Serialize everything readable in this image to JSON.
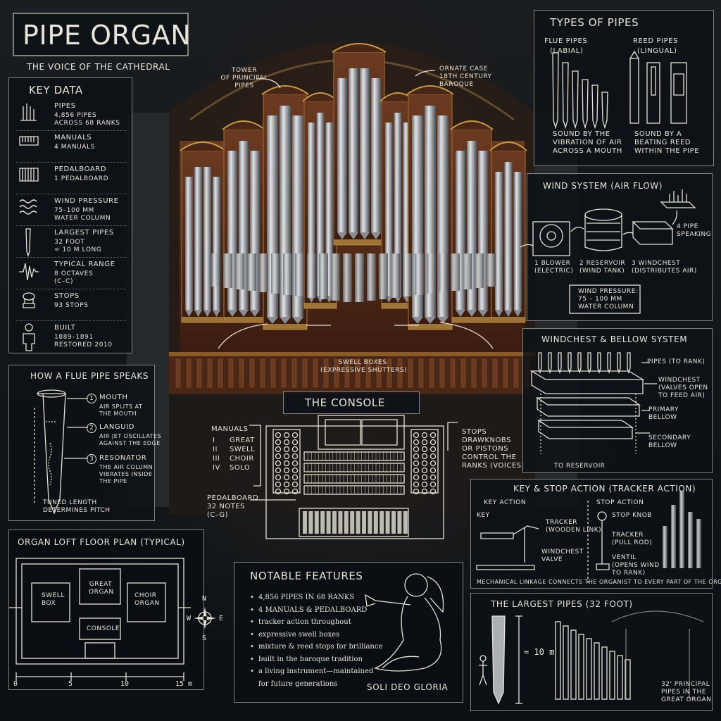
{
  "title": "PIPE ORGAN",
  "subtitle": "THE VOICE OF THE CATHEDRAL",
  "key_data": {
    "heading": "KEY DATA",
    "items": [
      {
        "icon": "pipes-icon",
        "label": "PIPES",
        "lines": [
          "4,856 PIPES",
          "ACROSS 68 RANKS"
        ]
      },
      {
        "icon": "manuals-icon",
        "label": "MANUALS",
        "lines": [
          "4 MANUALS"
        ]
      },
      {
        "icon": "pedalboard-icon",
        "label": "PEDALBOARD",
        "lines": [
          "1 PEDALBOARD"
        ]
      },
      {
        "icon": "wind-icon",
        "label": "WIND PRESSURE",
        "lines": [
          "75–100 MM",
          "WATER COLUMN"
        ]
      },
      {
        "icon": "largest-pipe-icon",
        "label": "LARGEST PIPES",
        "lines": [
          "32 FOOT",
          "≈ 10 M LONG"
        ]
      },
      {
        "icon": "waveform-icon",
        "label": "TYPICAL RANGE",
        "lines": [
          "8 OCTAVES",
          "(C–C)"
        ]
      },
      {
        "icon": "stop-knob-icon",
        "label": "STOPS",
        "lines": [
          "93 STOPS"
        ]
      },
      {
        "icon": "person-icon",
        "label": "BUILT",
        "lines": [
          "1889–1891",
          "RESTORED 2010"
        ]
      }
    ]
  },
  "flue_pipe": {
    "heading": "HOW A FLUE PIPE SPEAKS",
    "parts": [
      {
        "num": "1",
        "name": "MOUTH",
        "desc": [
          "AIR SPLITS AT",
          "THE MOUTH"
        ]
      },
      {
        "num": "2",
        "name": "LANGUID",
        "desc": [
          "AIR JET OSCILLATES",
          "AGAINST THE EDGE"
        ]
      },
      {
        "num": "3",
        "name": "RESONATOR",
        "desc": [
          "THE AIR COLUMN",
          "VIBRATES INSIDE",
          "THE PIPE"
        ]
      }
    ],
    "note": [
      "TUNED LENGTH",
      "DETERMINES PITCH"
    ]
  },
  "floor_plan": {
    "heading": "ORGAN LOFT FLOOR PLAN (TYPICAL)",
    "rooms": {
      "great": [
        "GREAT",
        "ORGAN"
      ],
      "swell": [
        "SWELL",
        "BOX"
      ],
      "choir": [
        "CHOIR",
        "ORGAN"
      ],
      "console": "CONSOLE"
    },
    "compass": {
      "n": "N",
      "s": "S",
      "e": "E",
      "w": "W"
    },
    "scale": [
      "0",
      "5",
      "10",
      "15 m"
    ]
  },
  "organ_callouts": {
    "tower": [
      "TOWER",
      "OF PRINCIPAL",
      "PIPES"
    ],
    "case": [
      "ORNATE CASE",
      "18TH CENTURY",
      "BAROQUE"
    ],
    "swell": [
      "SWELL BOXES",
      "(EXPRESSIVE SHUTTERS)"
    ]
  },
  "console": {
    "heading": "THE CONSOLE",
    "manuals_label": "MANUALS",
    "manuals": [
      {
        "num": "I",
        "name": "GREAT"
      },
      {
        "num": "II",
        "name": "SWELL"
      },
      {
        "num": "III",
        "name": "CHOIR"
      },
      {
        "num": "IV",
        "name": "SOLO"
      }
    ],
    "pedalboard": [
      "PEDALBOARD",
      "32 NOTES",
      "(C–G)"
    ],
    "stops": [
      "STOPS",
      "DRAWKNOBS",
      "OR PISTONS",
      "CONTROL THE",
      "RANKS (VOICES)"
    ]
  },
  "notable": {
    "heading": "NOTABLE FEATURES",
    "items": [
      "4,856 PIPES IN 68 RANKS",
      "4 MANUALS & PEDALBOARD",
      "tracker action throughout",
      "expressive swell boxes",
      "mixture & reed stops for brilliance",
      "built in the baroque tradition",
      "a living instrument—maintained",
      "for future generations"
    ],
    "motto": "SOLI DEO GLORIA"
  },
  "types_of_pipes": {
    "heading": "TYPES OF PIPES",
    "flue": {
      "title": "FLUE PIPES",
      "sub": "(LABIAL)",
      "desc": [
        "SOUND BY THE",
        "VIBRATION OF AIR",
        "ACROSS A MOUTH"
      ]
    },
    "reed": {
      "title": "REED PIPES",
      "sub": "(LINGUAL)",
      "desc": [
        "SOUND BY A",
        "BEATING REED",
        "WITHIN THE PIPE"
      ]
    }
  },
  "wind_system": {
    "heading": "WIND SYSTEM (AIR FLOW)",
    "steps": [
      {
        "label": [
          "1 BLOWER",
          "(ELECTRIC)"
        ]
      },
      {
        "label": [
          "2 RESERVOIR",
          "(WIND TANK)"
        ]
      },
      {
        "label": [
          "3 WINDCHEST",
          "(DISTRIBUTES AIR)"
        ]
      },
      {
        "label": [
          "4 PIPE",
          "SPEAKING"
        ]
      }
    ],
    "pressure": [
      "WIND PRESSURE:",
      "75 – 100 MM",
      "WATER COLUMN"
    ]
  },
  "windchest": {
    "heading": "WINDCHEST & BELLOW SYSTEM",
    "labels": {
      "pipes": "PIPES (TO RANK)",
      "windchest": [
        "WINDCHEST",
        "(VALVES OPEN",
        "TO FEED AIR)"
      ],
      "primary": [
        "PRIMARY",
        "BELLOW"
      ],
      "secondary": [
        "SECONDARY",
        "BELLOW"
      ],
      "reservoir": "TO RESERVOIR"
    }
  },
  "action": {
    "heading": "KEY & STOP ACTION (TRACKER ACTION)",
    "key_action": "KEY ACTION",
    "stop_action": "STOP ACTION",
    "key": "KEY",
    "tracker_wood": [
      "TRACKER",
      "(WOODEN LINK)"
    ],
    "windchest_valve": [
      "WINDCHEST",
      "VALVE"
    ],
    "stop_knob": "STOP KNOB",
    "tracker_pull": [
      "TRACKER",
      "(PULL ROD)"
    ],
    "ventil": [
      "VENTIL",
      "(OPENS WIND",
      "TO RANK)"
    ],
    "caption": "MECHANICAL LINKAGE CONNECTS THE ORGANIST TO EVERY PART OF THE ORGAN"
  },
  "largest": {
    "heading": "THE LARGEST PIPES (32 FOOT)",
    "measure": "≈ 10 m",
    "caption": [
      "32' PRINCIPAL",
      "PIPES IN THE",
      "GREAT ORGAN"
    ]
  },
  "colors": {
    "chalk": "#e6e2d6",
    "wood": "#5a2e1a",
    "gold": "#c89a4a",
    "pipe": "#b8bcc0",
    "bg": "#0d1217"
  }
}
